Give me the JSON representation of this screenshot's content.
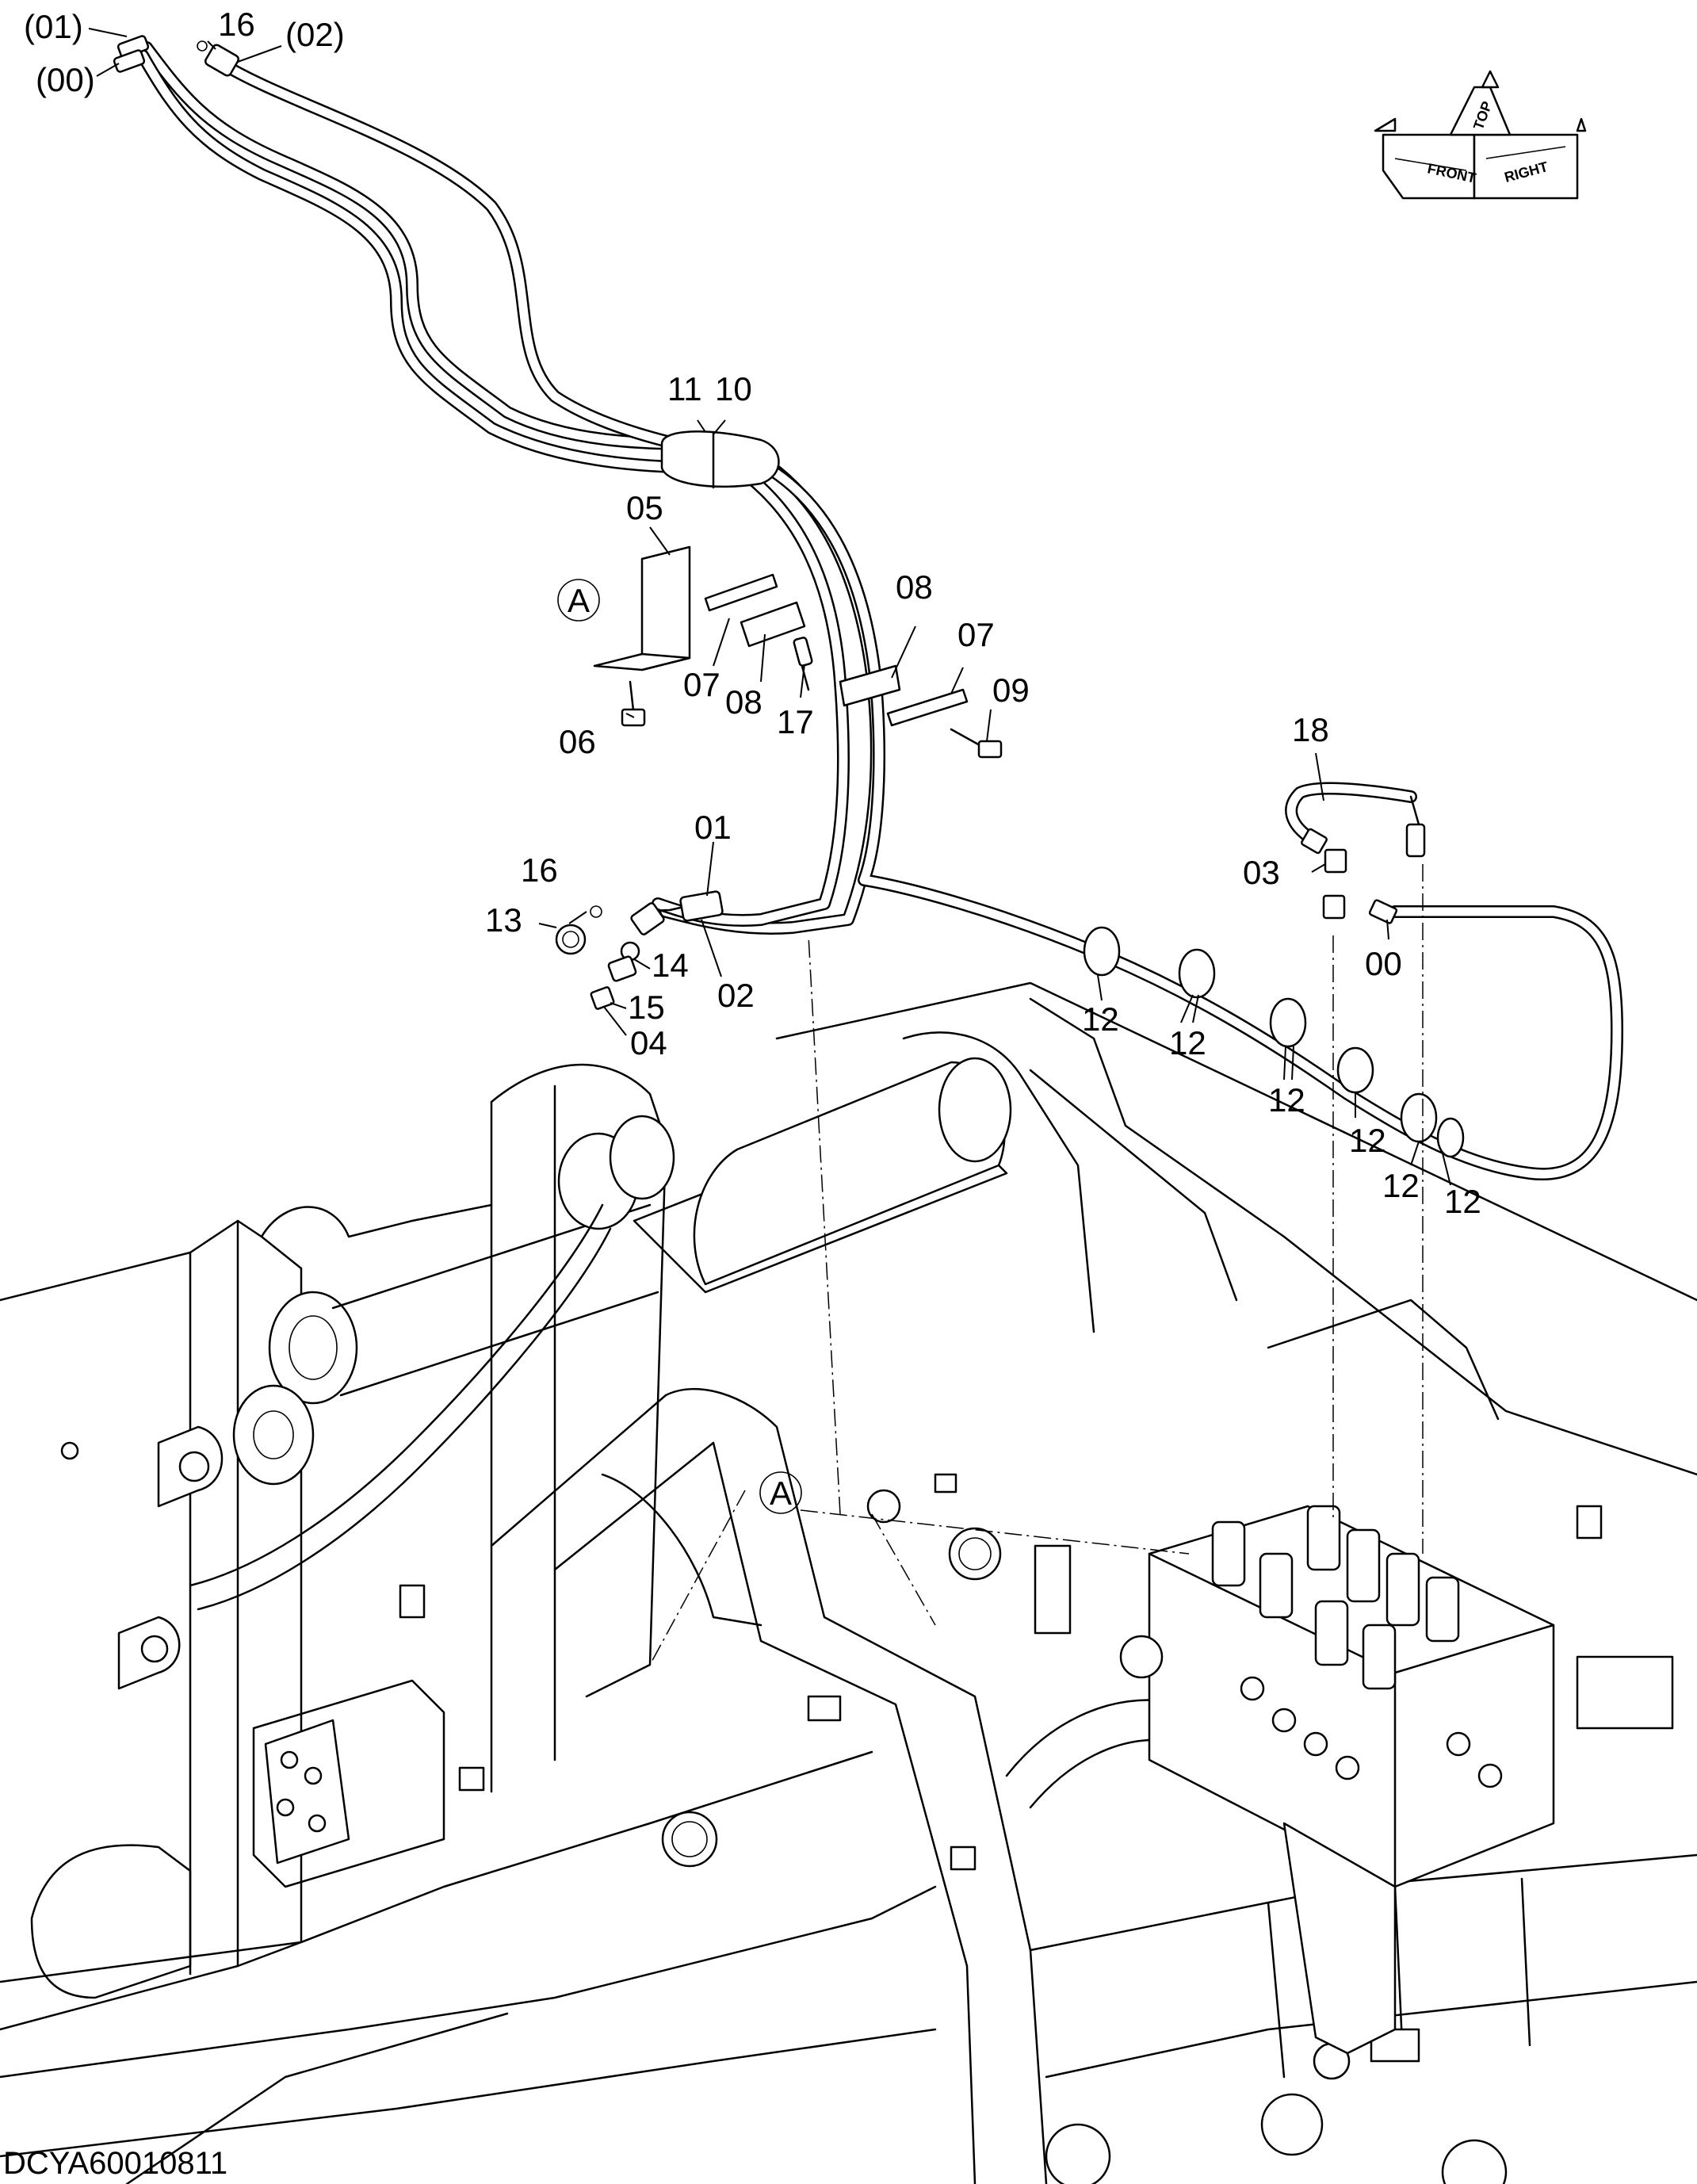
{
  "drawing_code": "DCYA60010811",
  "orientation": {
    "front": "FRONT",
    "top": "TOP",
    "right": "RIGHT"
  },
  "labels": {
    "p00_paren": "(00)",
    "p01_paren": "(01)",
    "p02_paren": "(02)",
    "p16_top": "16",
    "p11": "11",
    "p10": "10",
    "p05": "05",
    "refA_1": "A",
    "refA_2": "A",
    "p07_a": "07",
    "p08_a": "08",
    "p17": "17",
    "p06": "06",
    "p08_b": "08",
    "p07_b": "07",
    "p09": "09",
    "p18": "18",
    "p03": "03",
    "p00": "00",
    "p16_mid": "16",
    "p13": "13",
    "p14": "14",
    "p15": "15",
    "p04": "04",
    "p01": "01",
    "p02": "02",
    "p12_a": "12",
    "p12_b": "12",
    "p12_c": "12",
    "p12_d": "12",
    "p12_e": "12",
    "p12_f": "12"
  }
}
